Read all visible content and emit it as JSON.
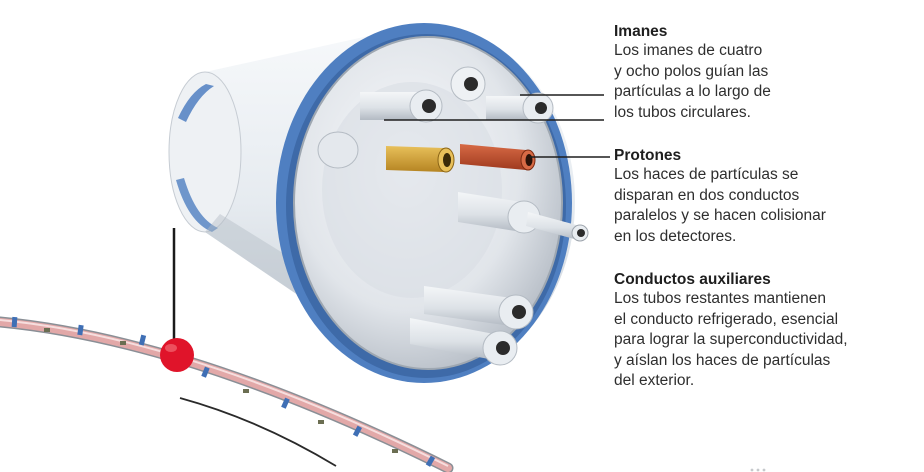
{
  "callouts": {
    "magnets": {
      "title": "Imanes",
      "text": "Los imanes de cuatro\ny ocho polos guían las\npartículas a lo largo de\nlos tubos circulares."
    },
    "protons": {
      "title": "Protones",
      "text": "Los haces de partículas se\ndisparan en dos conductos\nparalelos y se hacen colisionar\nen los detectores."
    },
    "aux": {
      "title": "Conductos auxiliares",
      "text": "Los tubos restantes mantienen\nel conducto refrigerado, esencial\npara lograr la superconductividad,\ny aíslan los haces de partículas\ndel exterior."
    }
  },
  "colors": {
    "ring_band": "#4f7fc1",
    "proton_tube_1": "#d9a531",
    "proton_tube_2": "#c1502f",
    "marker": "#e0142a",
    "track": "#e2a8a8"
  }
}
